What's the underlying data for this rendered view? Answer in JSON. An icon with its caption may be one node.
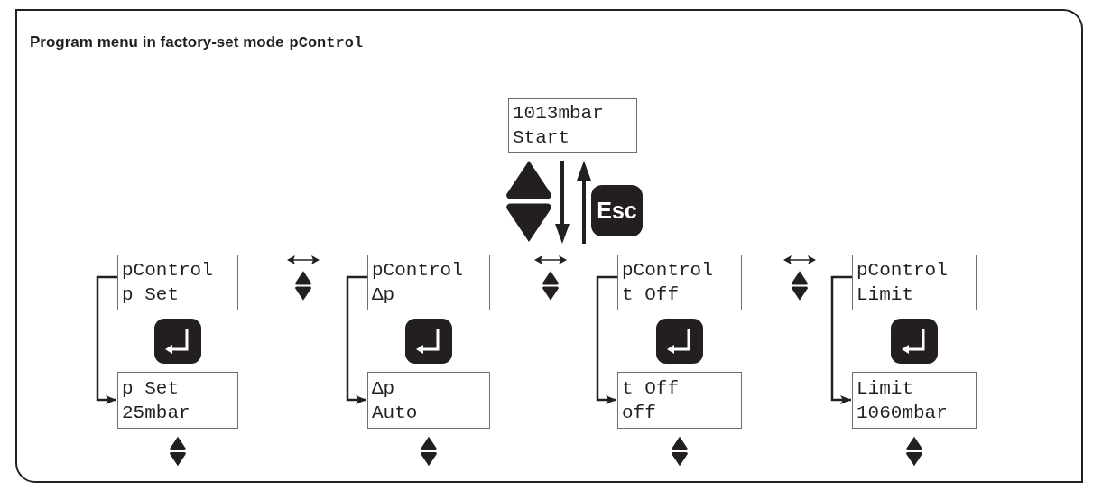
{
  "diagram": {
    "title": "Program menu in factory-set mode",
    "nodes": [
      {
        "text": [
          "1013mbar",
          "Start"
        ]
      },
      {
        "text": [
          "pControl",
          "p Set"
        ]
      },
      {
        "text": [
          "p Set",
          "25mbar"
        ]
      },
      {
        "text": [
          "pControl",
          "Δp"
        ]
      },
      {
        "text": [
          "Δp",
          "Auto"
        ]
      },
      {
        "text": [
          "pControl",
          "t Off"
        ]
      },
      {
        "text": [
          "t Off",
          "off"
        ]
      },
      {
        "text": [
          "pControl",
          "Limit"
        ]
      },
      {
        "text": [
          "Limit",
          "1060mbar"
        ]
      }
    ],
    "edges": [
      {
        "from": 1,
        "to": 2,
        "arrow": "to"
      },
      {
        "from": 3,
        "to": 4,
        "arrow": "to"
      },
      {
        "from": 5,
        "to": 6,
        "arrow": "to"
      },
      {
        "from": 7,
        "to": 8,
        "arrow": "to"
      }
    ],
    "labels": [
      "pControl",
      "Esc"
    ]
  }
}
